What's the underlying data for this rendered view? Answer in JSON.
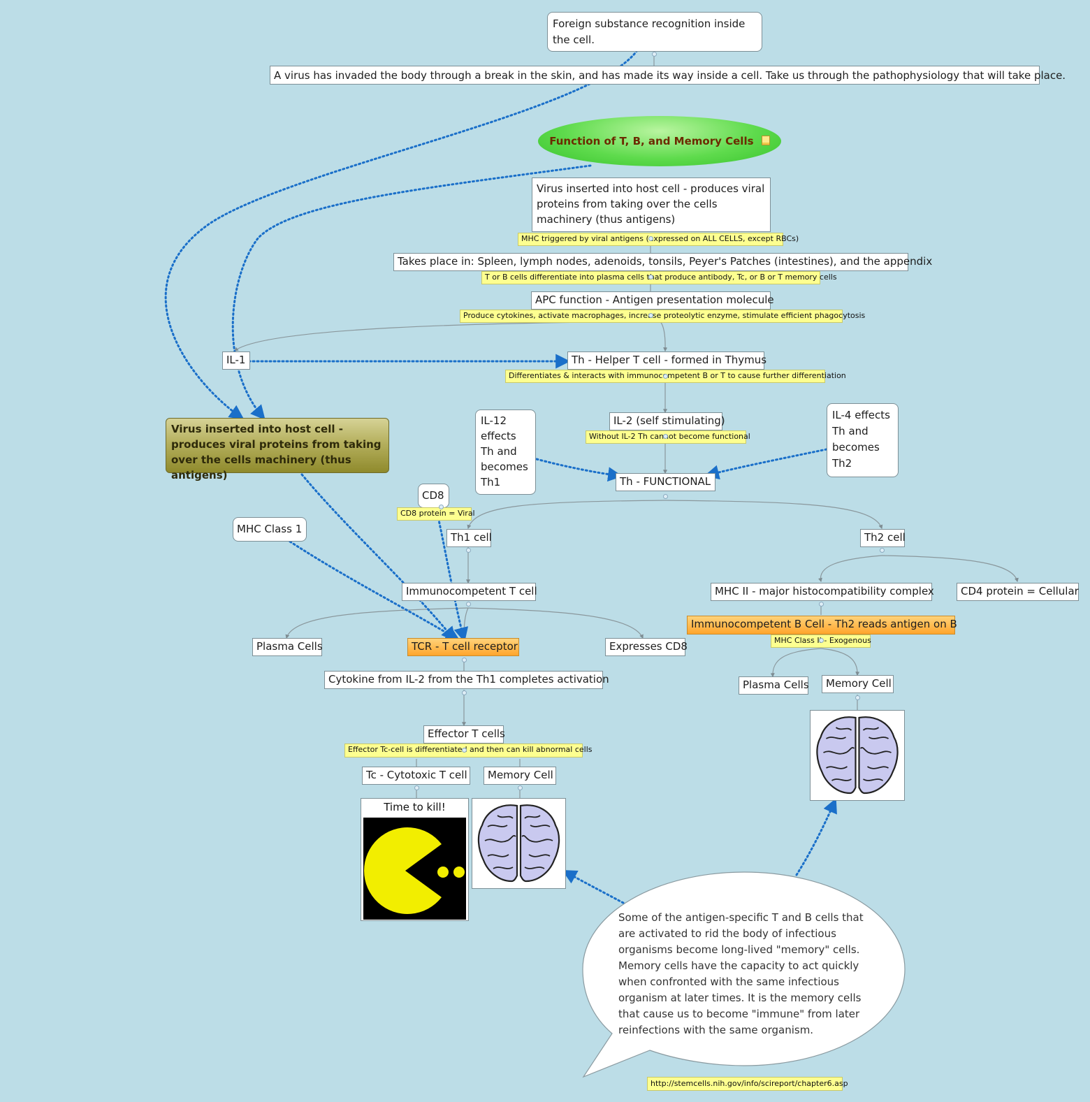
{
  "intro": {
    "recognition": "Foreign substance recognition inside the cell.",
    "prompt": "A virus has invaded the body through a break in the skin, and has made its way inside a cell.  Take us through the pathophysiology that will take place."
  },
  "root": {
    "title": "Function of T, B, and Memory Cells",
    "note_icon": "note-icon"
  },
  "nodes": {
    "virus_inserted": "Virus inserted into host cell - produces viral proteins from taking over the cells machinery (thus antigens)",
    "mhc_triggered": "MHC triggered by viral antigens (expressed on ALL CELLS, except RBCs)",
    "takes_place": "Takes place in: Spleen, lymph nodes, adenoids, tonsils, Peyer's Patches (intestines), and the appendix",
    "differentiate": "T or B cells differentiate into plasma cells that produce antibody, Tc, or B or T memory cells",
    "apc": "APC function - Antigen presentation molecule",
    "produce_cytokines": "Produce cytokines, activate macrophages, increase proteolytic enzyme, stimulate efficient phagocytosis",
    "il1": "IL-1",
    "th_helper": "Th - Helper T cell - formed in Thymus",
    "th_diff": "Differentiates & interacts with immunocompetent B or T to cause further differentiation",
    "il2": "IL-2 (self stimulating)",
    "without_il2": "Without IL-2 Th cannot become functional",
    "il12": "IL-12 effects Th and becomes Th1",
    "il4": "IL-4 effects Th and becomes Th2",
    "th_functional": "Th - FUNCTIONAL",
    "virus_highlight": "Virus inserted into host cell - produces viral proteins from taking over the cells machinery (thus antigens)",
    "cd8": "CD8",
    "cd8_protein": "CD8 protein = Viral",
    "mhc_class1": "MHC Class 1",
    "th1": "Th1 cell",
    "th2": "Th2 cell",
    "immuno_t": "Immunocompetent T cell",
    "mhc2": "MHC II - major histocompatibility complex",
    "cd4": "CD4 protein = Cellular",
    "immuno_b": "Immunocompetent  B Cell - Th2 reads antigen on B",
    "mhc2_exo": "MHC Class II - Exogenous",
    "plasma_left": "Plasma Cells",
    "tcr": "TCR - T cell receptor",
    "expresses_cd8": "Expresses CD8",
    "plasma_right": "Plasma Cells",
    "memory_right": "Memory Cell",
    "cytokine": "Cytokine from IL-2 from the Th1 completes activation",
    "effector": "Effector T cells",
    "effector_note": "Effector Tc-cell is differentiated and then can kill abnormal cells",
    "tc": "Tc - Cytotoxic T cell",
    "memory_left": "Memory Cell",
    "time_to_kill": "Time to kill!"
  },
  "callout": {
    "text": "Some of the antigen-specific T and B cells that are activated to rid the body of infectious organisms become long-lived \"memory\" cells. Memory cells have the capacity to act quickly when confronted with the same infectious organism at later times. It is the memory cells that cause us to become \"immune\" from later reinfections with the same organism.",
    "link": "http://stemcells.nih.gov/info/scireport/chapter6.asp"
  },
  "colors": {
    "background": "#bcdde7",
    "link_dotted": "#1a6fc9",
    "note_fill": "#fdff90",
    "pacman": "#f2ee00",
    "brain": "#c9c9ef"
  }
}
